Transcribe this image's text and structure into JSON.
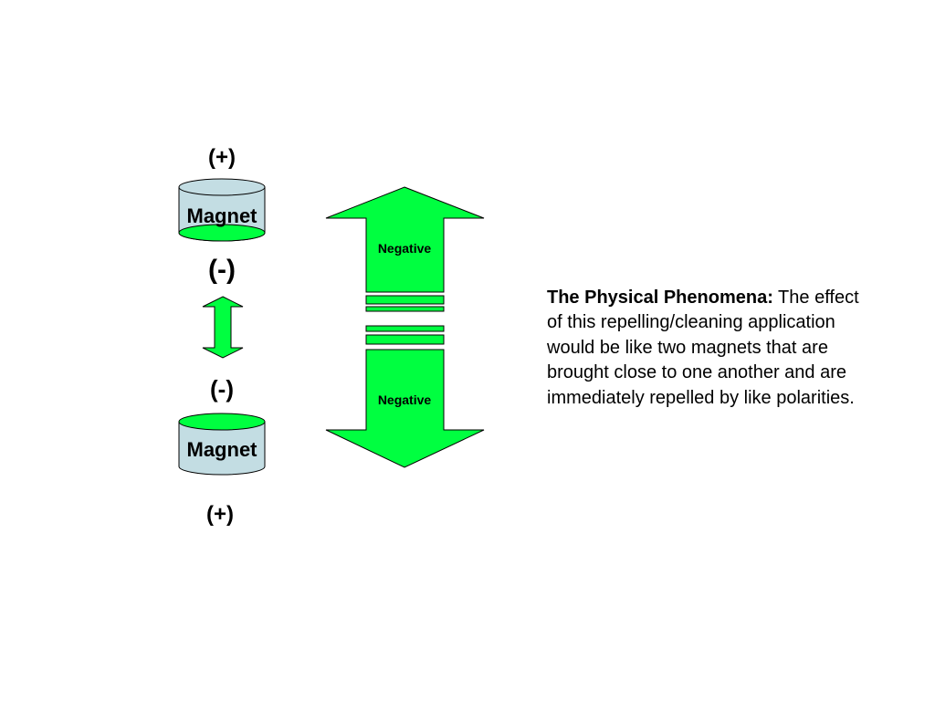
{
  "colors": {
    "arrow_fill": "#00ff40",
    "magnet_body": "#c3dde3",
    "outline": "#000000"
  },
  "top_magnet": {
    "top_pole": "(+)",
    "label": "Magnet",
    "bottom_pole": "(-)"
  },
  "bottom_magnet": {
    "top_pole": "(-)",
    "label": "Magnet",
    "bottom_pole": "(+)"
  },
  "big_arrow": {
    "upper_label": "Negative",
    "lower_label": "Negative"
  },
  "caption": {
    "heading": "The Physical Phenomena:",
    "body": " The effect of this repelling/cleaning application would be like two magnets that are brought close to one another and are immediately repelled by like polarities."
  }
}
